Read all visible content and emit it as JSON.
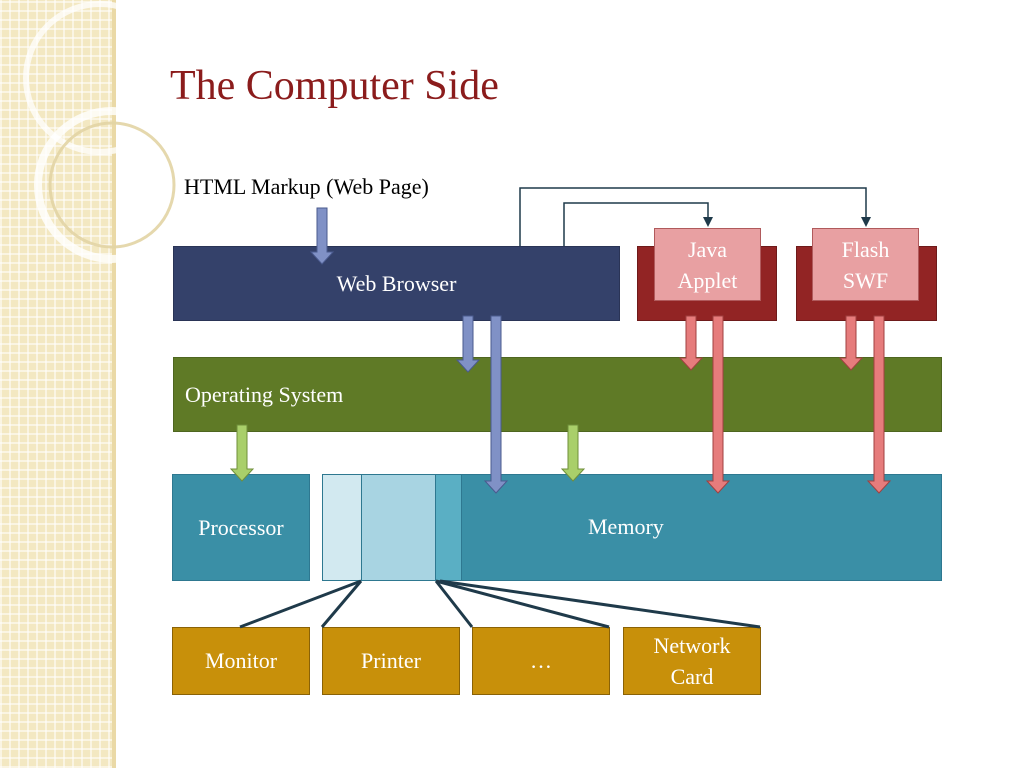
{
  "slide": {
    "title": "The Computer Side",
    "markup_label": "HTML Markup (Web Page)",
    "web_browser": "Web Browser",
    "operating_system": "Operating System",
    "processor": "Processor",
    "memory": "Memory",
    "java_applet": {
      "line1": "Java",
      "line2": "Applet"
    },
    "flash_swf": {
      "line1": "Flash",
      "line2": "SWF"
    },
    "devices": {
      "monitor": "Monitor",
      "printer": "Printer",
      "ellipsis": "…",
      "network": {
        "line1": "Network",
        "line2": "Card"
      }
    }
  },
  "colors": {
    "title": "#8b1c1c",
    "browser": "#34416a",
    "os": "#5f7a26",
    "cpu_memory": "#3a8fa6",
    "plugin_dark": "#922424",
    "plugin_light": "#e8a0a2",
    "device": "#c8900a",
    "arrow_blue": "#8091c6",
    "arrow_green": "#a9cf6a",
    "arrow_red": "#e67c7c",
    "connector": "#1f3a4a"
  }
}
